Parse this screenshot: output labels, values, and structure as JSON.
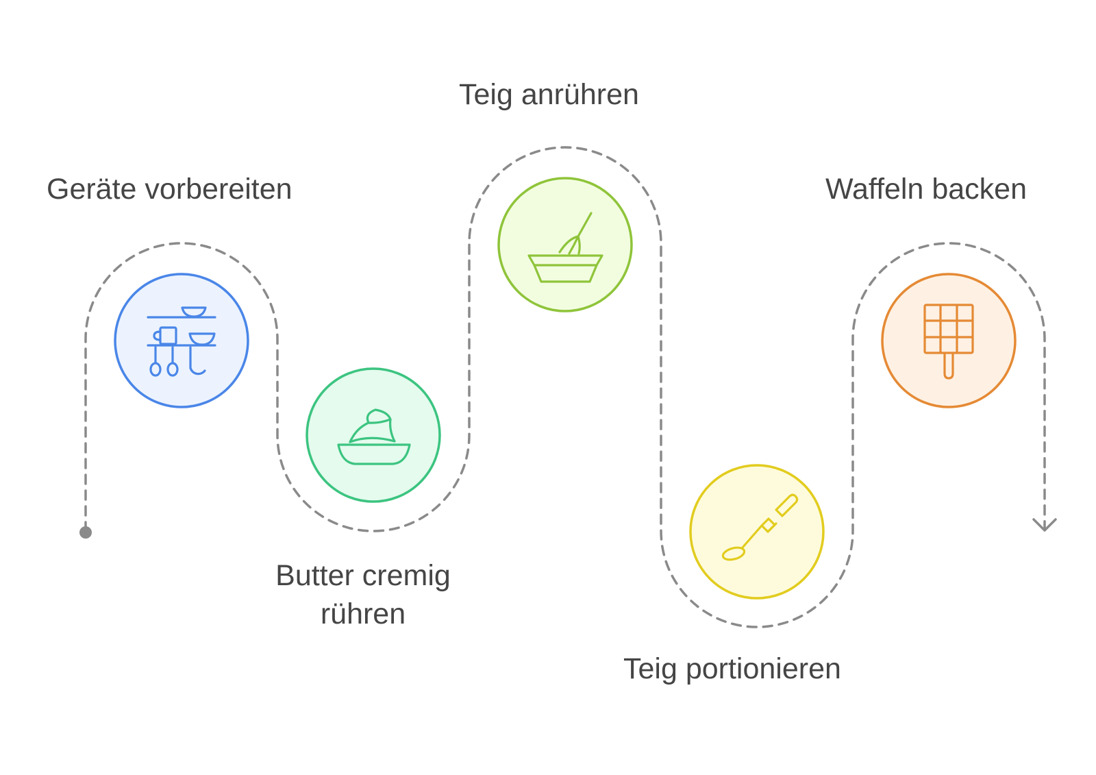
{
  "steps": [
    {
      "id": "geraete",
      "label": "Geräte vorbereiten",
      "icon": "kitchen-shelf-icon",
      "color": "#4a86e8",
      "fill": "#ecf3fe"
    },
    {
      "id": "butter",
      "label": "Butter cremig rühren",
      "icon": "butter-bowl-icon",
      "color": "#3cc480",
      "fill": "#e4fbee"
    },
    {
      "id": "teig",
      "label": "Teig anrühren",
      "icon": "whisk-bowl-icon",
      "color": "#8fc43a",
      "fill": "#f2fde0"
    },
    {
      "id": "portion",
      "label": "Teig portionieren",
      "icon": "ladle-icon",
      "color": "#e2cc1e",
      "fill": "#fefbdc"
    },
    {
      "id": "backen",
      "label": "Waffeln backen",
      "icon": "waffle-iron-icon",
      "color": "#e58a35",
      "fill": "#fef1e4"
    }
  ],
  "path_color": "#8a8a8a",
  "text_color": "#454545"
}
